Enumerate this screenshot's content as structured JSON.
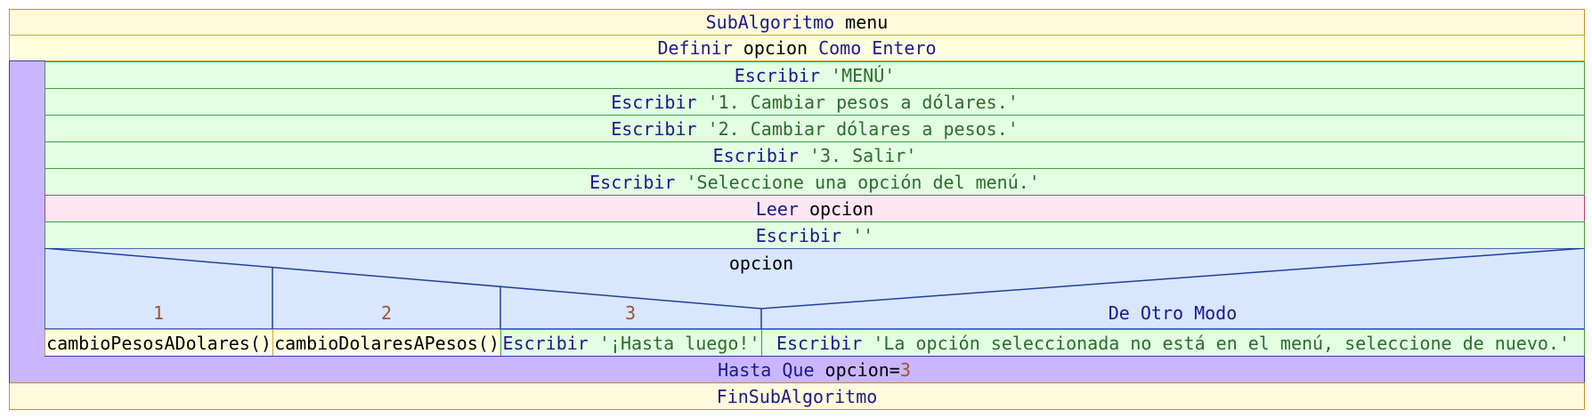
{
  "colors": {
    "keyword": "#1a1a8c",
    "string": "#2d6a2d",
    "number": "#a0522d",
    "yellow_bg": "#fffadc",
    "green_bg": "#e2ffe2",
    "pink_bg": "#fde6f2",
    "purple_bg": "#c9b6ff",
    "blue_bg": "#d8e6ff"
  },
  "header": {
    "kw": "SubAlgoritmo",
    "name": " menu"
  },
  "define": {
    "kw1": "Definir",
    "var": " opcion ",
    "kw2": "Como Entero"
  },
  "loop": {
    "writes": [
      {
        "kw": "Escribir",
        "str": " 'MENÚ'"
      },
      {
        "kw": "Escribir",
        "str": " '1. Cambiar pesos a dólares.'"
      },
      {
        "kw": "Escribir",
        "str": " '2. Cambiar dólares a pesos.'"
      },
      {
        "kw": "Escribir",
        "str": " '3. Salir'"
      },
      {
        "kw": "Escribir",
        "str": " 'Seleccione una opción del menú.'"
      }
    ],
    "read": {
      "kw": "Leer",
      "var": " opcion"
    },
    "write_empty": {
      "kw": "Escribir",
      "str": " ''"
    },
    "switch": {
      "var": "opcion",
      "cases": [
        {
          "label": "1",
          "body": "cambioPesosADolares()"
        },
        {
          "label": "2",
          "body": "cambioDolaresAPesos()"
        },
        {
          "label": "3",
          "body_kw": "Escribir",
          "body_str": " '¡Hasta luego!'"
        }
      ],
      "default": {
        "label": "De Otro Modo",
        "body_kw": "Escribir",
        "body_str": " 'La opción seleccionada no está en el menú, seleccione de nuevo.'"
      }
    },
    "until": {
      "kw": "Hasta Que",
      "var": " opcion=",
      "num": "3"
    }
  },
  "footer": {
    "kw": "FinSubAlgoritmo"
  }
}
